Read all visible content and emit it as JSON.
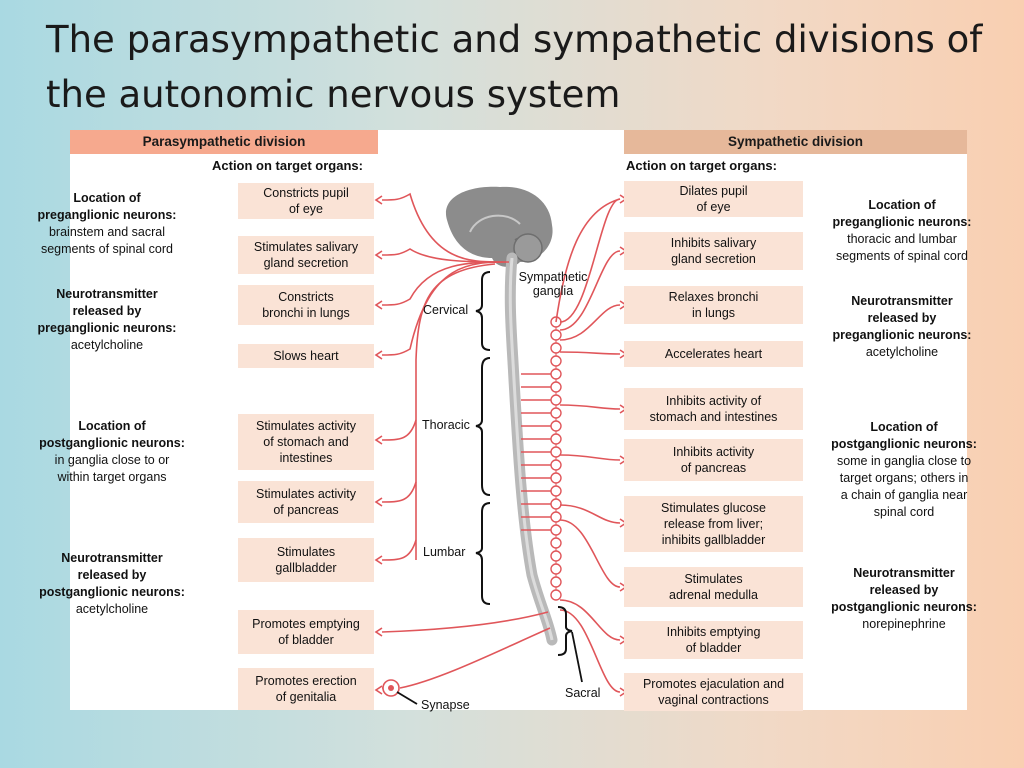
{
  "title": "The parasympathetic and sympathetic divisions of\nthe autonomic nervous system",
  "parasympathetic": {
    "header": "Parasympathetic division",
    "action_label": "Action on target organs:",
    "actions": [
      "Constricts pupil\nof eye",
      "Stimulates salivary\ngland secretion",
      "Constricts\nbronchi in lungs",
      "Slows heart",
      "Stimulates activity\nof stomach and\nintestines",
      "Stimulates activity\nof pancreas",
      "Stimulates\ngallbladder",
      "Promotes emptying\nof bladder",
      "Promotes erection\nof genitalia"
    ],
    "notes": [
      {
        "heading": "Location of\npreganglionic neurons:",
        "text": "brainstem and sacral\nsegments of spinal cord"
      },
      {
        "heading": "Neurotransmitter\nreleased by\npreganglionic neurons:",
        "text": "acetylcholine"
      },
      {
        "heading": "Location of\npostganglionic neurons:",
        "text": "in ganglia close to or\nwithin target organs"
      },
      {
        "heading": "Neurotransmitter\nreleased by\npostganglionic neurons:",
        "text": "acetylcholine"
      }
    ]
  },
  "sympathetic": {
    "header": "Sympathetic division",
    "action_label": "Action on target organs:",
    "actions": [
      "Dilates pupil\nof eye",
      "Inhibits salivary\ngland secretion",
      "Relaxes bronchi\nin lungs",
      "Accelerates heart",
      "Inhibits activity of\nstomach and intestines",
      "Inhibits activity\nof pancreas",
      "Stimulates glucose\nrelease from liver;\ninhibits gallbladder",
      "Stimulates\nadrenal medulla",
      "Inhibits emptying\nof bladder",
      "Promotes ejaculation and\nvaginal contractions"
    ],
    "notes": [
      {
        "heading": "Location of\npreganglionic neurons:",
        "text": "thoracic and lumbar\nsegments of spinal cord"
      },
      {
        "heading": "Neurotransmitter\nreleased by\npreganglionic neurons:",
        "text": "acetylcholine"
      },
      {
        "heading": "Location of\npostganglionic neurons:",
        "text": "some in ganglia close to\ntarget organs; others in\na chain of ganglia near\nspinal cord"
      },
      {
        "heading": "Neurotransmitter\nreleased by\npostganglionic neurons:",
        "text": "norepinephrine"
      }
    ]
  },
  "labels": {
    "sympathetic_ganglia": "Sympathetic\nganglia",
    "cervical": "Cervical",
    "thoracic": "Thoracic",
    "lumbar": "Lumbar",
    "sacral": "Sacral",
    "synapse": "Synapse"
  },
  "colors": {
    "nerve": "#e0565a",
    "action_box": "#fae3d6",
    "para_header": "#f6a98e",
    "symp_header": "#e6b89a",
    "brain": "#8c8c8c",
    "spinal_cord": "#b9b9b9"
  }
}
